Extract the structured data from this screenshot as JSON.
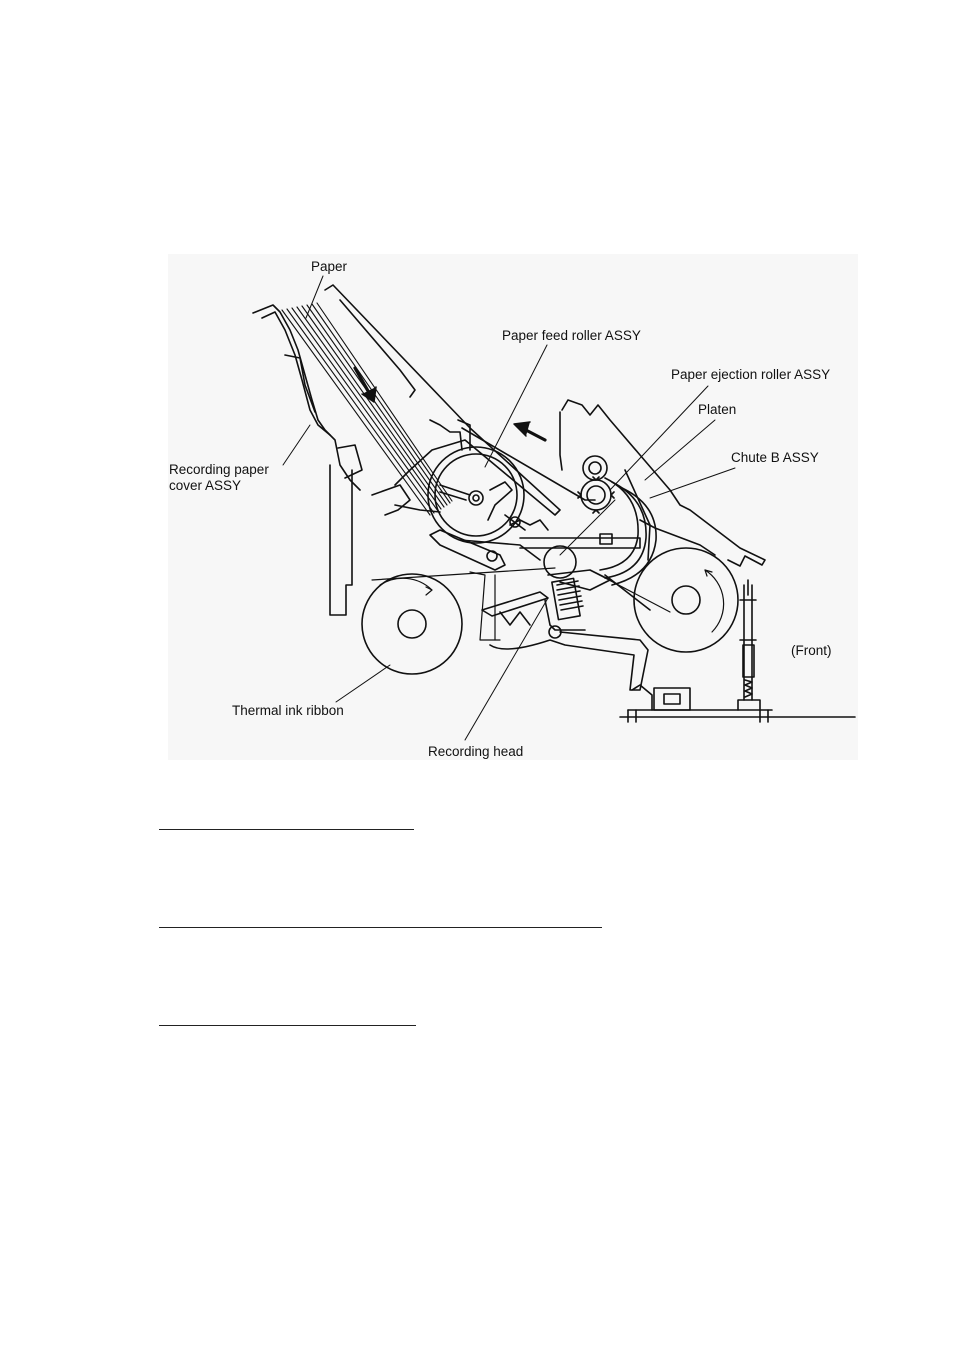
{
  "figure": {
    "labels": {
      "paper": "Paper",
      "paper_feed_roller": "Paper feed roller ASSY",
      "paper_ejection_roller": "Paper ejection roller ASSY",
      "platen": "Platen",
      "chute_b": "Chute B ASSY",
      "recording_paper_cover_line1": "Recording paper",
      "recording_paper_cover_line2": "cover ASSY",
      "front": "(Front)",
      "thermal_ink_ribbon": "Thermal ink ribbon",
      "recording_head": "Recording head"
    }
  }
}
